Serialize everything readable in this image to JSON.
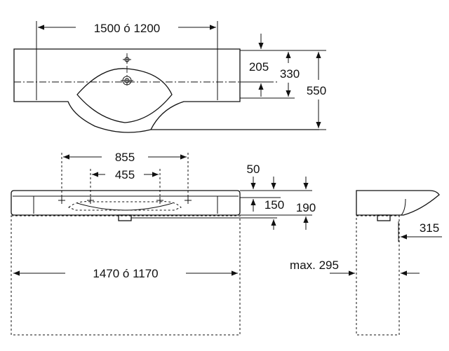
{
  "top_view": {
    "width_label": "1500 ó 1200",
    "depth_labels": [
      "205",
      "330",
      "550"
    ]
  },
  "front_view": {
    "outer_spacing_label": "855",
    "inner_spacing_label": "455",
    "cabinet_width_label": "1470 ó 1170",
    "height_labels": [
      "50",
      "150",
      "190"
    ]
  },
  "side_view": {
    "depth_label": "315",
    "max_label": "max. 295"
  }
}
